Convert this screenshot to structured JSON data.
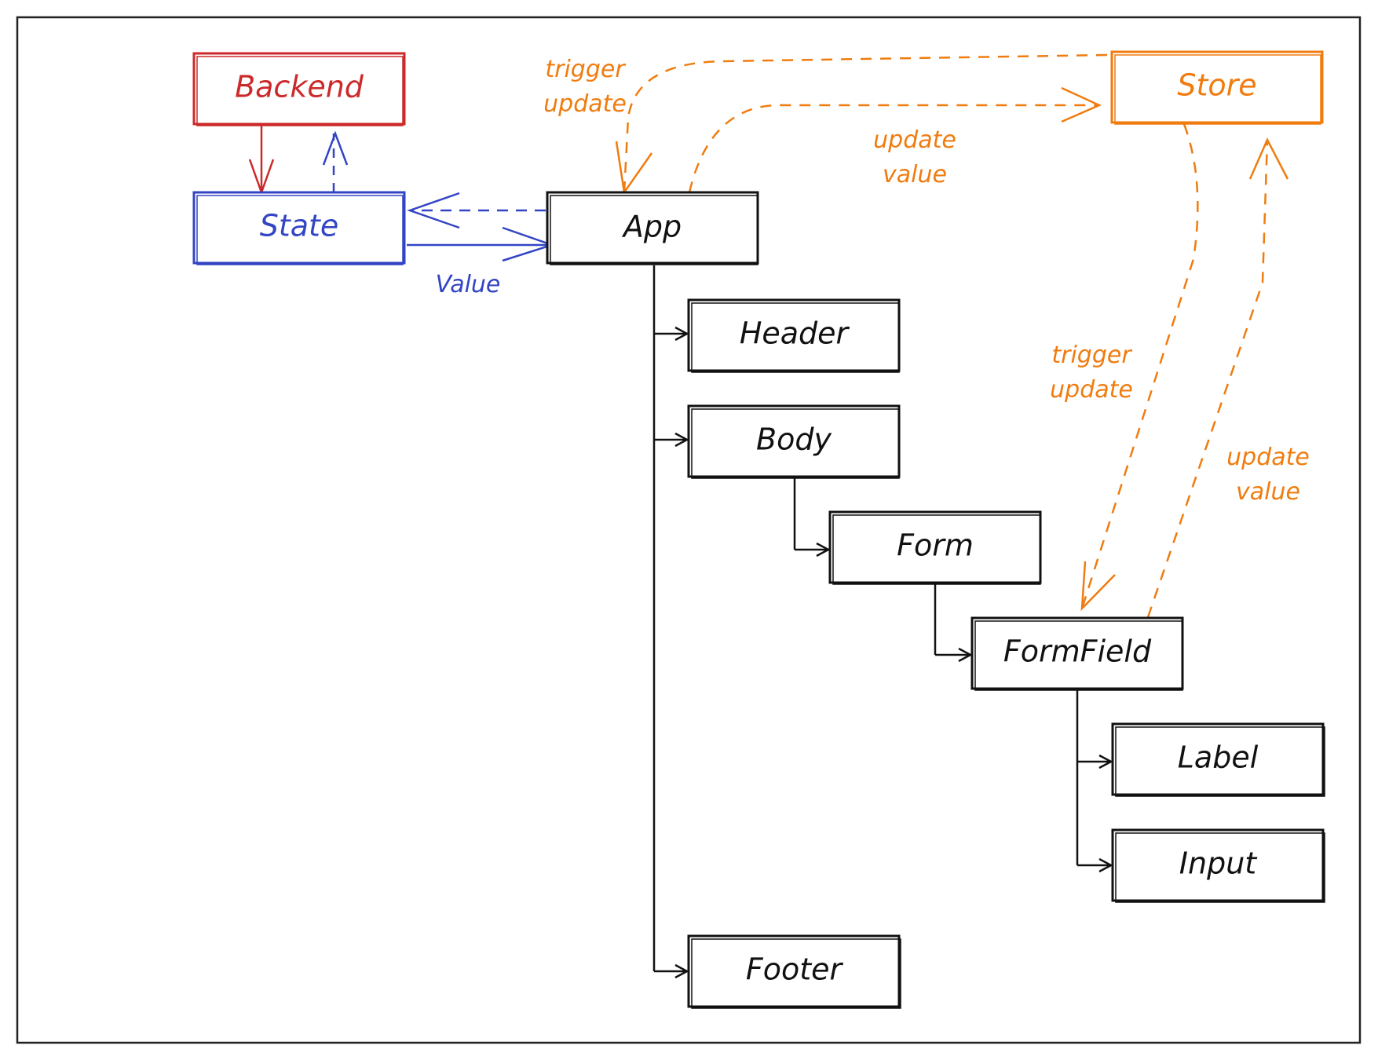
{
  "colors": {
    "frame": "#222222",
    "backend": "#cc2a2a",
    "state": "#3345c4",
    "store": "#f07c10",
    "default": "#111111"
  },
  "nodes": {
    "backend": "Backend",
    "state": "State",
    "app": "App",
    "store": "Store",
    "header": "Header",
    "body": "Body",
    "form": "Form",
    "formfield": "FormField",
    "label": "Label",
    "input": "Input",
    "footer": "Footer"
  },
  "edge_labels": {
    "value": "Value",
    "app_trigger_line1": "trigger",
    "app_trigger_line2": "update",
    "app_update_line1": "update",
    "app_update_line2": "value",
    "field_trigger_line1": "trigger",
    "field_trigger_line2": "update",
    "field_update_line1": "update",
    "field_update_line2": "value"
  }
}
